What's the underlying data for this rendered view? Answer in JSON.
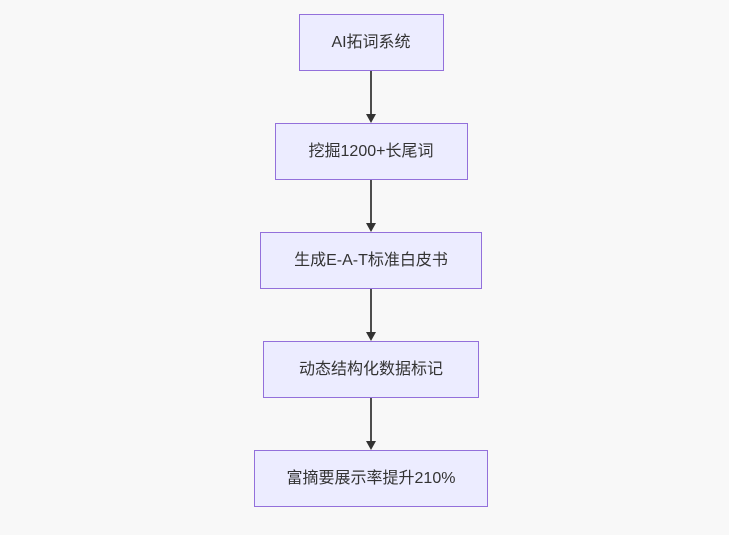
{
  "diagram": {
    "type": "flowchart",
    "direction": "top-down",
    "nodes": [
      {
        "id": "node-1",
        "label": "AI拓词系统"
      },
      {
        "id": "node-2",
        "label": "挖掘1200+长尾词"
      },
      {
        "id": "node-3",
        "label": "生成E-A-T标准白皮书"
      },
      {
        "id": "node-4",
        "label": "动态结构化数据标记"
      },
      {
        "id": "node-5",
        "label": "富摘要展示率提升210%"
      }
    ],
    "edges": [
      {
        "from": "node-1",
        "to": "node-2"
      },
      {
        "from": "node-2",
        "to": "node-3"
      },
      {
        "from": "node-3",
        "to": "node-4"
      },
      {
        "from": "node-4",
        "to": "node-5"
      }
    ],
    "colors": {
      "background": "#f8f8f8",
      "node_fill": "#ECECFF",
      "node_border": "#9370DB",
      "node_text": "#333333",
      "arrow_line": "#4d4d4d",
      "arrow_head": "#333333"
    }
  }
}
